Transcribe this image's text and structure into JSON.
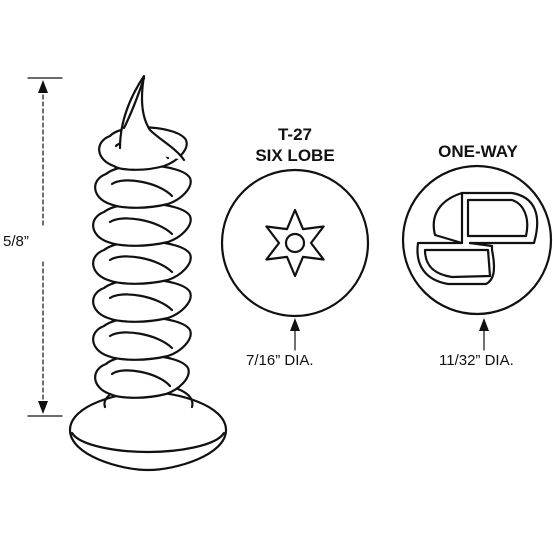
{
  "colors": {
    "line": "#111111",
    "background": "#ffffff"
  },
  "screw": {
    "length_label": "5/8”"
  },
  "six_lobe": {
    "title_line1": "T-27",
    "title_line2": "SIX LOBE",
    "diameter_label": "7/16” DIA.",
    "icon": "torx-six-lobe-drive-icon"
  },
  "one_way": {
    "title": "ONE-WAY",
    "diameter_label": "11/32” DIA.",
    "icon": "one-way-drive-icon"
  }
}
